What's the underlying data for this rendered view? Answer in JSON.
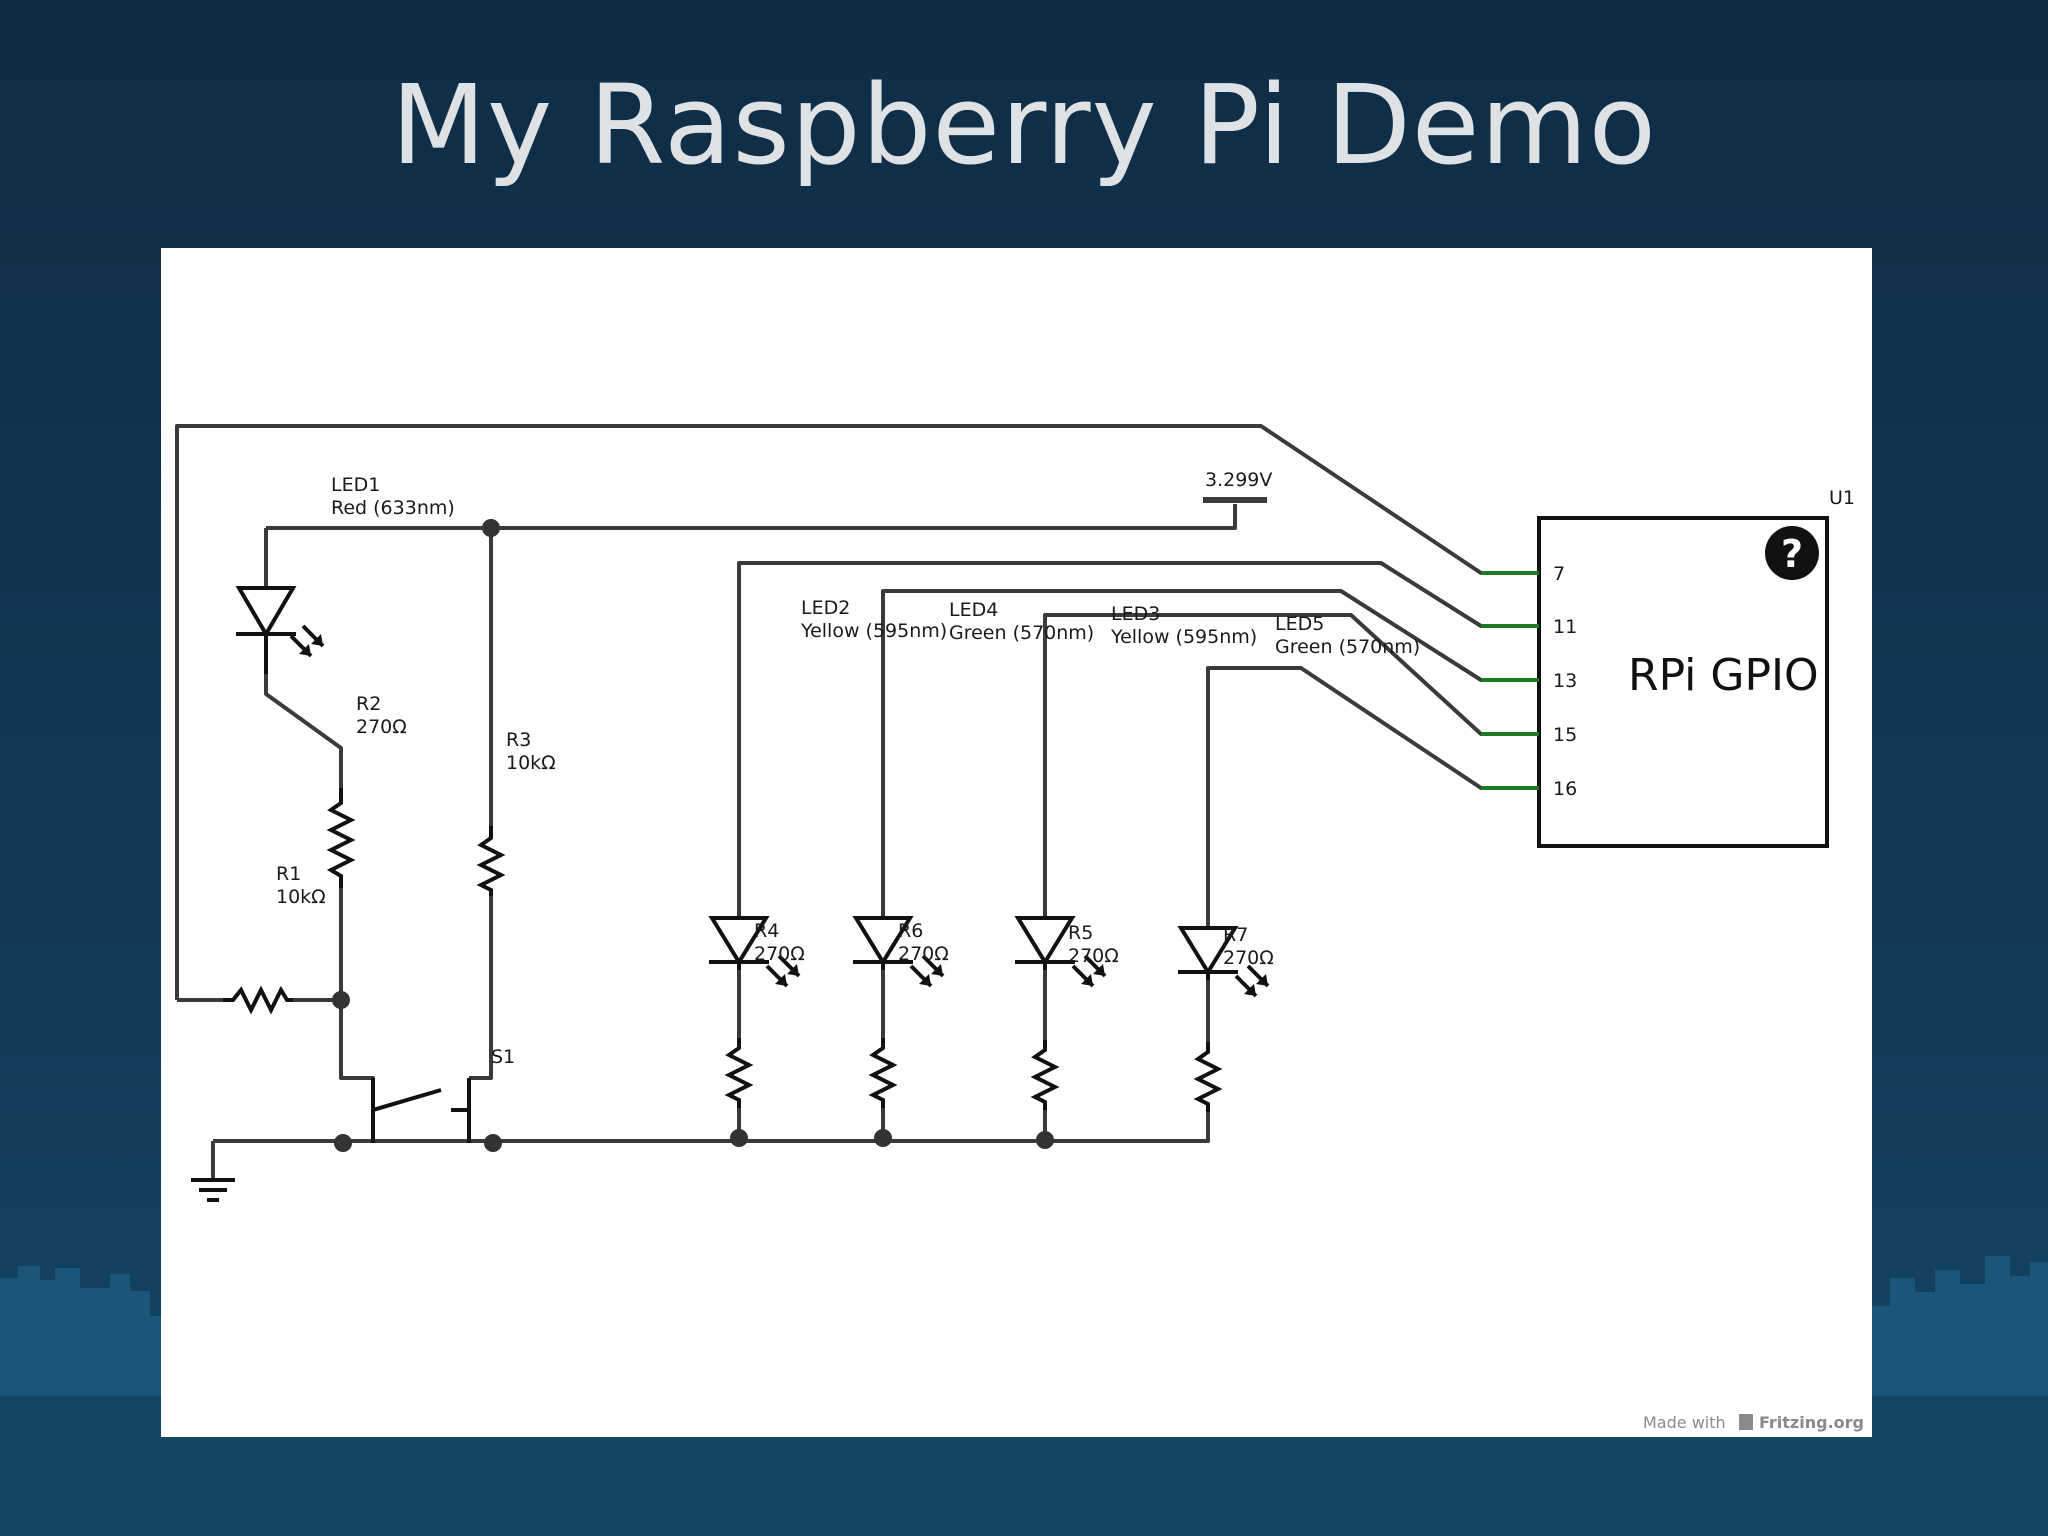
{
  "slide": {
    "title": "My Raspberry Pi Demo",
    "accent_bg": "#123a58",
    "text_color": "#dfe2e4"
  },
  "schematic": {
    "supply_label": "3.299V",
    "gpio": {
      "ref": "U1",
      "name": "RPi GPIO",
      "help_glyph": "?",
      "pins": [
        "7",
        "11",
        "13",
        "15",
        "16"
      ]
    },
    "leds": [
      {
        "ref": "LED1",
        "color": "Red (633nm)"
      },
      {
        "ref": "LED2",
        "color": "Yellow (595nm)"
      },
      {
        "ref": "LED4",
        "color": "Green (570nm)"
      },
      {
        "ref": "LED3",
        "color": "Yellow (595nm)"
      },
      {
        "ref": "LED5",
        "color": "Green (570nm)"
      }
    ],
    "resistors": [
      {
        "ref": "R2",
        "value": "270Ω"
      },
      {
        "ref": "R3",
        "value": "10kΩ"
      },
      {
        "ref": "R1",
        "value": "10kΩ"
      },
      {
        "ref": "R4",
        "value": "270Ω"
      },
      {
        "ref": "R6",
        "value": "270Ω"
      },
      {
        "ref": "R5",
        "value": "270Ω"
      },
      {
        "ref": "R7",
        "value": "270Ω"
      }
    ],
    "switch_ref": "S1",
    "footer": {
      "made_with": "Made with",
      "brand": "Fritzing.org"
    }
  }
}
